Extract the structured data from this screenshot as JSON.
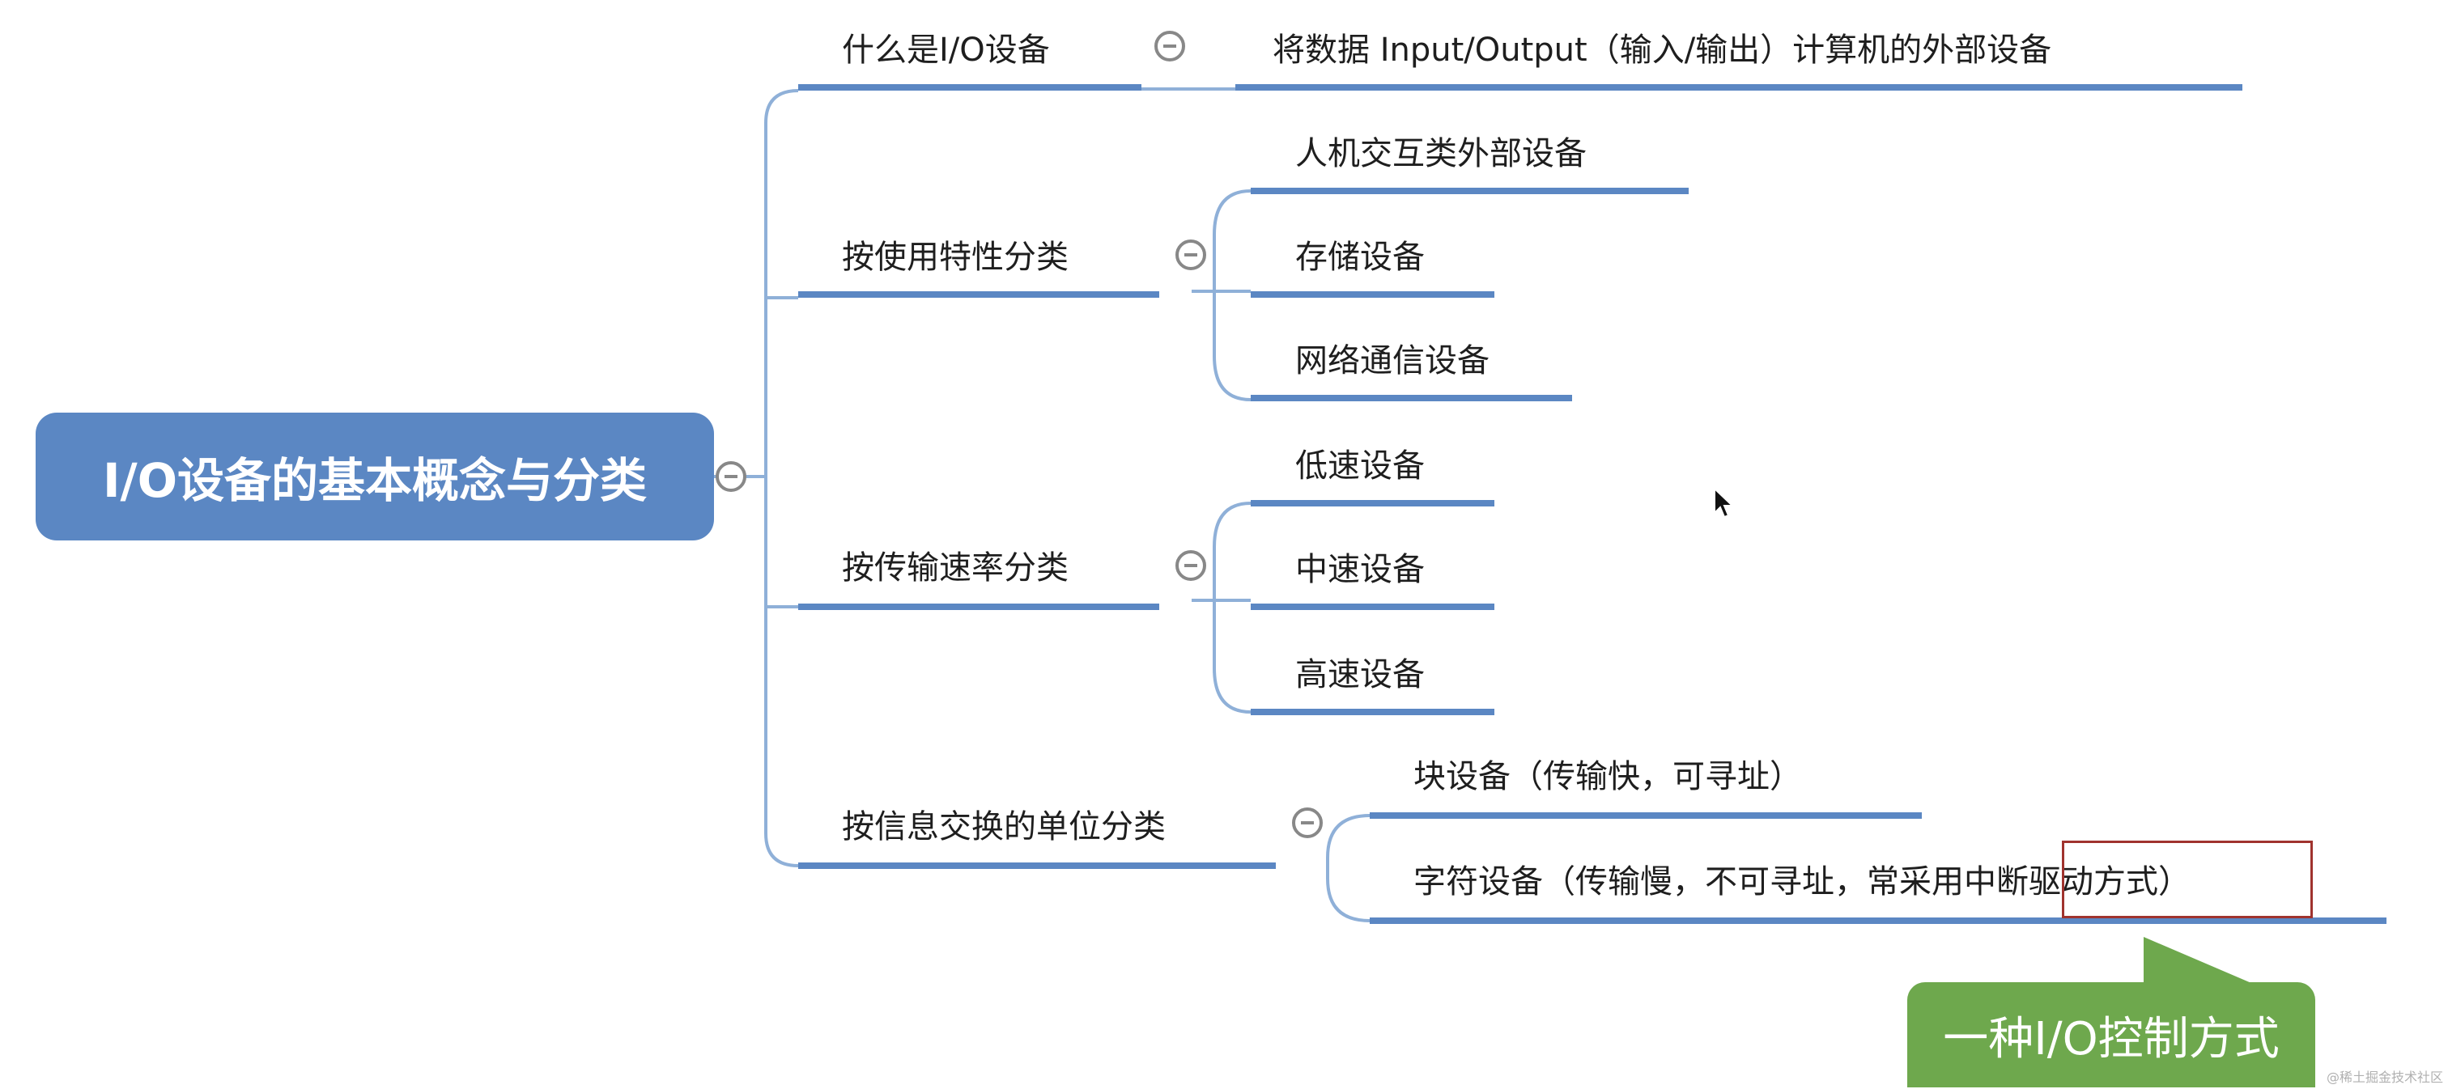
{
  "root": {
    "label": "I/O设备的基本概念与分类"
  },
  "branches": [
    {
      "label": "什么是I/O设备",
      "children": [
        "将数据 Input/Output（输入/输出）计算机的外部设备"
      ]
    },
    {
      "label": "按使用特性分类",
      "children": [
        "人机交互类外部设备",
        "存储设备",
        "网络通信设备"
      ]
    },
    {
      "label": "按传输速率分类",
      "children": [
        "低速设备",
        "中速设备",
        "高速设备"
      ]
    },
    {
      "label": "按信息交换的单位分类",
      "children": [
        "块设备（传输快，可寻址）",
        "字符设备（传输慢，不可寻址，常采用中断驱动方式）"
      ]
    }
  ],
  "callout": {
    "label": "一种I/O控制方式"
  },
  "colors": {
    "root": "#5b87c3",
    "line": "#5b87c3",
    "connector": "#8fb0d8",
    "callout": "#6ea84d",
    "highlight": "#a0332e"
  },
  "watermark": "@稀土掘金技术社区"
}
